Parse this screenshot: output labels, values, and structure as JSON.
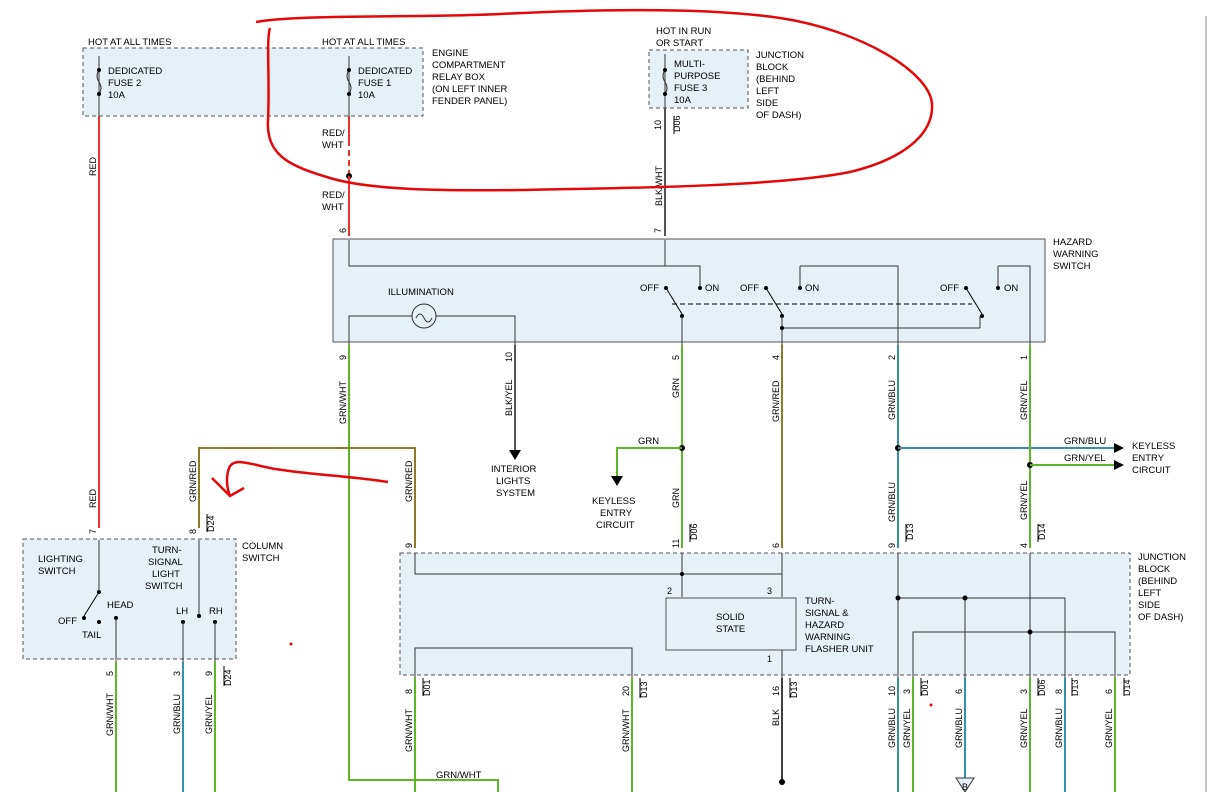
{
  "supply": {
    "hot_all_times_1": "HOT AT ALL TIMES",
    "hot_all_times_2": "HOT AT ALL TIMES",
    "hot_run_start": [
      "HOT IN RUN",
      "OR START"
    ]
  },
  "fuses": {
    "f2": [
      "DEDICATED",
      "FUSE 2",
      "10A"
    ],
    "f1": [
      "DEDICATED",
      "FUSE 1",
      "10A"
    ],
    "f3": [
      "MULTI-",
      "PURPOSE",
      "FUSE 3",
      "10A"
    ]
  },
  "labels": {
    "engine_relay_box": [
      "ENGINE",
      "COMPARTMENT",
      "RELAY BOX",
      "(ON LEFT INNER",
      "FENDER PANEL)"
    ],
    "junction_top": [
      "JUNCTION",
      "BLOCK",
      "(BEHIND",
      "LEFT",
      "SIDE",
      "OF DASH)"
    ],
    "hazard_switch": [
      "HAZARD",
      "WARNING",
      "SWITCH"
    ],
    "illumination": "ILLUMINATION",
    "interior_lights": [
      "INTERIOR",
      "LIGHTS",
      "SYSTEM"
    ],
    "keyless_left": [
      "KEYLESS",
      "ENTRY",
      "CIRCUIT"
    ],
    "keyless_right": [
      "KEYLESS",
      "ENTRY",
      "CIRCUIT"
    ],
    "column_switch": [
      "COLUMN",
      "SWITCH"
    ],
    "lighting_switch": [
      "LIGHTING",
      "SWITCH"
    ],
    "turn_signal_switch": [
      "TURN-",
      "SIGNAL",
      "LIGHT",
      "SWITCH"
    ],
    "head": "HEAD",
    "tail": "TAIL",
    "off": "OFF",
    "on": "ON",
    "lh": "LH",
    "rh": "RH",
    "junction_bottom": [
      "JUNCTION",
      "BLOCK",
      "(BEHIND",
      "LEFT",
      "SIDE",
      "OF DASH)"
    ],
    "solid_state": [
      "SOLID",
      "STATE"
    ],
    "flasher_unit": [
      "TURN-",
      "SIGNAL &",
      "HAZARD",
      "WARNING",
      "FLASHER UNIT"
    ],
    "ground_tag": "B"
  },
  "wires": {
    "red": "RED",
    "red_wht": [
      "RED/",
      "WHT"
    ],
    "blk_wht": "BLK/WHT",
    "grn_wht": "GRN/WHT",
    "blk_yel": "BLK/YEL",
    "grn": "GRN",
    "grn_red": "GRN/RED",
    "grn_blu": "GRN/BLU",
    "grn_yel": "GRN/YEL",
    "blk": "BLK"
  },
  "connectors": {
    "d06": "D06",
    "d24": "D24",
    "d13": "D13",
    "d14": "D14",
    "d01": "D01"
  },
  "pins": {
    "p6": "6",
    "p7": "7",
    "p10": "10",
    "p9": "9",
    "p5": "5",
    "p4": "4",
    "p2": "2",
    "p1": "1",
    "p8": "8",
    "p11": "11",
    "p3": "3",
    "p20": "20",
    "p16": "16"
  },
  "colors": {
    "red_wire": "#e8322a",
    "green_wire": "#5cb828",
    "blue_wire": "#3a8fa8",
    "olive_wire": "#8c7d2e",
    "black_wire": "#404040",
    "gray_wire": "#555555",
    "annotation": "#e4080a",
    "box_fill": "#e6f0f7"
  }
}
